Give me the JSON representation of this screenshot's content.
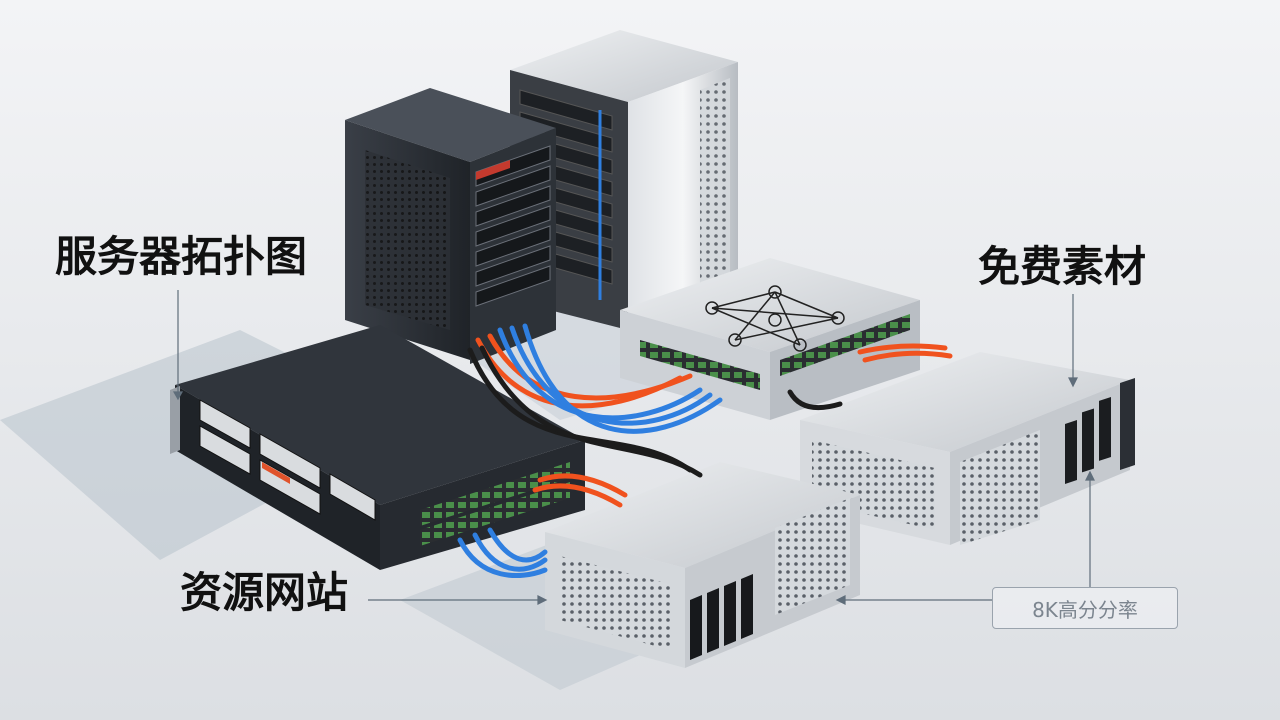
{
  "labels": {
    "topology": "服务器拓扑图",
    "free_material": "免费素材",
    "resource_site": "资源网站",
    "resolution_badge": "8K高分分率"
  },
  "colors": {
    "background": "#e9ebee",
    "cable_blue": "#2f7fe0",
    "cable_orange": "#f0521e",
    "cable_black": "#1c1c1c",
    "chassis_dark": "#2b2f36",
    "chassis_silver": "#c9cdd2"
  }
}
